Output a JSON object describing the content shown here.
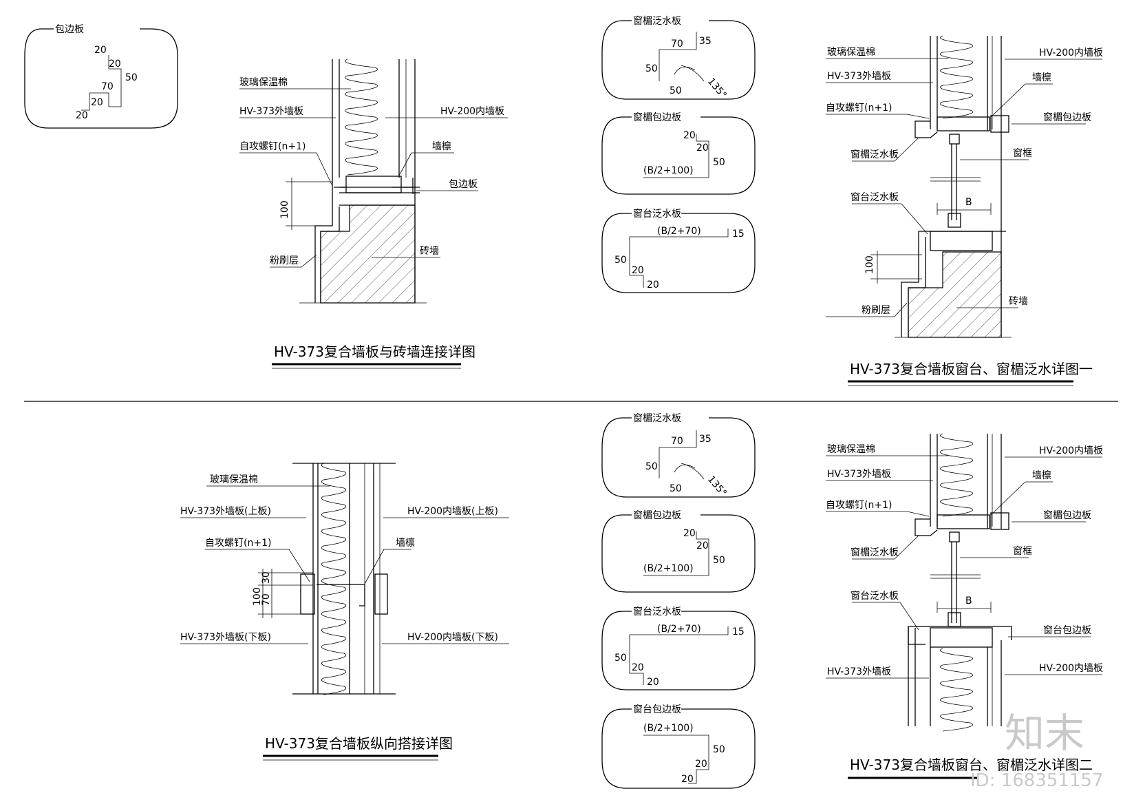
{
  "flashings": {
    "edge_trim_top": {
      "label": "包边板",
      "d1": "20",
      "d2": "20",
      "d3": "50",
      "d4": "70",
      "d5": "20",
      "d6": "20"
    },
    "t1_head_flash": {
      "label": "窗楣泛水板",
      "d70": "70",
      "d35": "35",
      "d50a": "50",
      "d50b": "50",
      "angle": "135°"
    },
    "t1_head_trim": {
      "label": "窗楣包边板",
      "d20a": "20",
      "d20b": "20",
      "d50": "50",
      "dB": "(B/2+100)"
    },
    "t1_sill_flash": {
      "label": "窗台泛水板",
      "dB": "(B/2+70)",
      "d15": "15",
      "d50": "50",
      "d20a": "20",
      "d20b": "20"
    },
    "t2_head_flash": {
      "label": "窗楣泛水板",
      "d70": "70",
      "d35": "35",
      "d50a": "50",
      "d50b": "50",
      "angle": "135°"
    },
    "t2_head_trim": {
      "label": "窗楣包边板",
      "d20a": "20",
      "d20b": "20",
      "d50": "50",
      "dB": "(B/2+100)"
    },
    "t2_sill_flash": {
      "label": "窗台泛水板",
      "dB": "(B/2+70)",
      "d15": "15",
      "d50": "50",
      "d20a": "20",
      "d20b": "20"
    },
    "t2_sill_trim": {
      "label": "窗台包边板",
      "dB": "(B/2+100)",
      "d50": "50",
      "d20a": "20",
      "d20b": "20"
    }
  },
  "detail1": {
    "title": "HV-373复合墙板与砖墙连接详图",
    "insulation": "玻璃保温棉",
    "outer_panel": "HV-373外墙板",
    "inner_panel": "HV-200内墙板",
    "screw": "自攻螺钉(n+1)",
    "purlin": "墙檩",
    "edge_trim": "包边板",
    "dim100": "100",
    "plaster": "粉刷层",
    "brick": "砖墙"
  },
  "detail2": {
    "title": "HV-373复合墙板窗台、窗楣泛水详图一",
    "insulation": "玻璃保温棉",
    "outer_panel": "HV-373外墙板",
    "inner_panel": "HV-200内墙板",
    "screw": "自攻螺钉(n+1)",
    "purlin": "墙檩",
    "head_trim": "窗楣包边板",
    "head_flash": "窗楣泛水板",
    "frame": "窗框",
    "sill_flash": "窗台泛水板",
    "dimB": "B",
    "dim100": "100",
    "plaster": "粉刷层",
    "brick": "砖墙"
  },
  "detail3": {
    "title": "HV-373复合墙板纵向搭接详图",
    "insulation": "玻璃保温棉",
    "outer_upper": "HV-373外墙板(上板)",
    "inner_upper": "HV-200内墙板(上板)",
    "screw": "自攻螺钉(n+1)",
    "purlin": "墙檩",
    "outer_lower": "HV-373外墙板(下板)",
    "inner_lower": "HV-200内墙板(下板)",
    "dim100": "100",
    "dim70": "70",
    "dim30": "30"
  },
  "detail4": {
    "title": "HV-373复合墙板窗台、窗楣泛水详图二",
    "insulation": "玻璃保温棉",
    "outer_panel": "HV-373外墙板",
    "inner_panel": "HV-200内墙板",
    "screw": "自攻螺钉(n+1)",
    "purlin": "墙檩",
    "head_trim": "窗楣包边板",
    "head_flash": "窗楣泛水板",
    "frame": "窗框",
    "sill_flash": "窗台泛水板",
    "sill_trim": "窗台包边板",
    "dimB": "B",
    "outer_panel2": "HV-373外墙板",
    "inner_panel2": "HV-200内墙板"
  },
  "watermark": {
    "brand": "知末",
    "id": "ID: 168351157"
  }
}
